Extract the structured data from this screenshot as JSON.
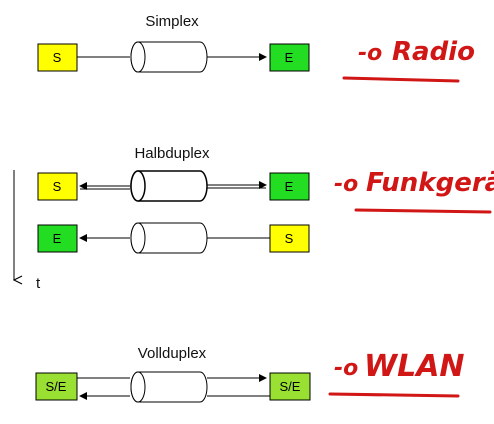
{
  "sections": {
    "simplex": {
      "title": "Simplex",
      "left": "S",
      "right": "E",
      "note": "Radio"
    },
    "halbduplex": {
      "title": "Halbduplex",
      "row1": {
        "left": "S",
        "right": "E"
      },
      "row2": {
        "left": "E",
        "right": "S"
      },
      "note": "Funkgerät"
    },
    "vollduplex": {
      "title": "Vollduplex",
      "left": "S/E",
      "right": "S/E",
      "note": "WLAN"
    }
  },
  "time_axis_label": "t",
  "colors": {
    "sender": "#ffff00",
    "receiver": "#22dd22",
    "mixed": "#99e033",
    "note": "#d11616"
  }
}
